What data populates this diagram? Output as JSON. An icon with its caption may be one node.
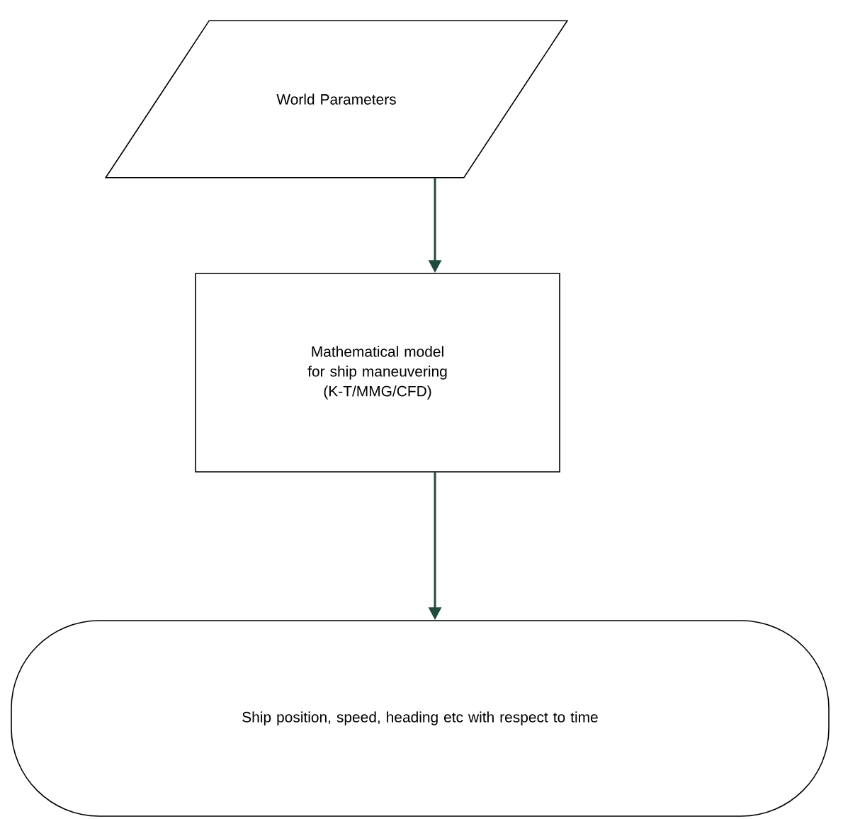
{
  "diagram": {
    "nodes": [
      {
        "text": [
          "World Parameters"
        ]
      },
      {
        "text": [
          "Mathematical model for ship maneuvering",
          "(K-T/MMG/CFD)"
        ]
      },
      {
        "text": [
          "Ship position, speed, heading etc with respect to time"
        ]
      }
    ],
    "edges": [
      {
        "from": 0,
        "to": 1,
        "arrow": "to"
      },
      {
        "from": 1,
        "to": 2,
        "arrow": "to"
      }
    ]
  }
}
